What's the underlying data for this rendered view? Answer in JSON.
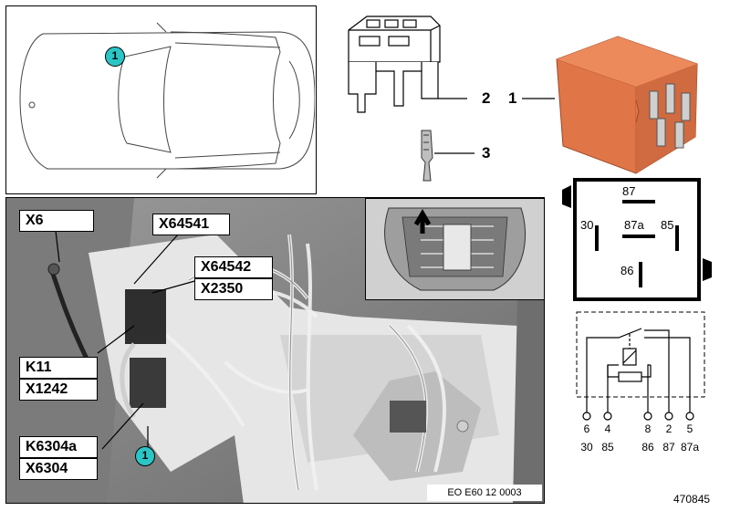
{
  "car_callout": "1",
  "photo_labels": {
    "x6": "X6",
    "x64541": "X64541",
    "x64542": "X64542",
    "x2350": "X2350",
    "k11": "K11",
    "x1242": "X1242",
    "k6304a": "K6304a",
    "x6304": "X6304"
  },
  "photo_callout": "1",
  "photo_code": "EO E60 12 0003",
  "part_numbers": {
    "relay": "1",
    "socket": "2",
    "terminal": "3"
  },
  "relay_pins": {
    "p87": "87",
    "p30": "30",
    "p87a": "87a",
    "p85": "85",
    "p86": "86"
  },
  "schematic_terminals": {
    "numbers": [
      "6",
      "4",
      "8",
      "2",
      "5"
    ],
    "names": [
      "30",
      "85",
      "86",
      "87",
      "87a"
    ]
  },
  "diagram_id": "470845",
  "colors": {
    "callout": "#2bc5c6",
    "relay": "#e07648"
  }
}
